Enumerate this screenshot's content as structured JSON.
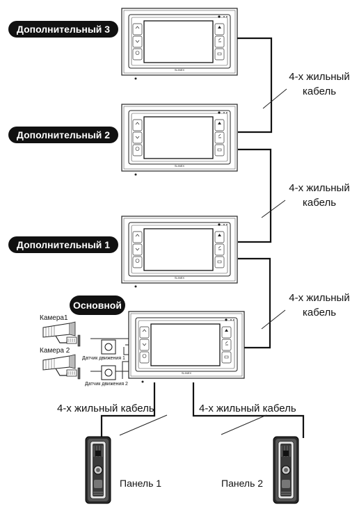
{
  "badges": {
    "extra3": "Дополнительный 3",
    "extra2": "Дополнительный 2",
    "extra1": "Дополнительный 1",
    "main": "Основной"
  },
  "cables": {
    "c1_line1": "4-х жильный",
    "c1_line2": "кабель",
    "c2_line1": "4-х жильный",
    "c2_line2": "кабель",
    "c3_line1": "4-х жильный",
    "c3_line2": "кабель",
    "panel1": "4-х жильный кабель",
    "panel2": "4-х жильный кабель"
  },
  "cameras": {
    "camera1": "Камера1",
    "camera2": "Камера 2"
  },
  "sensors": {
    "sensor1": "Датчик движения 1",
    "sensor2": "Датчик движения 2"
  },
  "panels": {
    "panel1": "Панель 1",
    "panel2": "Панель 2"
  },
  "monitor_brand": "SLINEX"
}
